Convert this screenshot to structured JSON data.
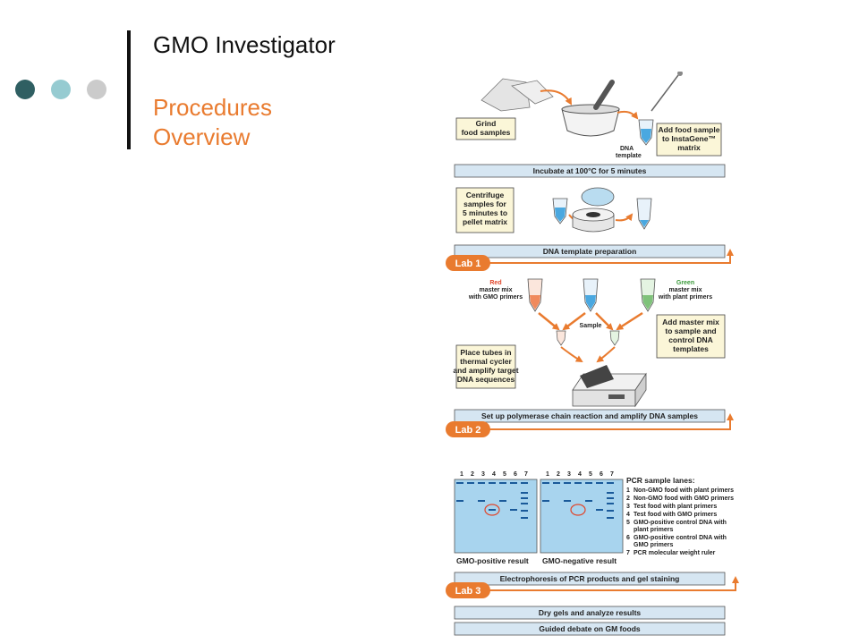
{
  "slide": {
    "title": "GMO Investigator",
    "subtitle_line1": "Procedures",
    "subtitle_line2": "Overview"
  },
  "diagram": {
    "boxes": {
      "grind_1": "Grind",
      "grind_2": "food samples",
      "add_food_1": "Add food sample",
      "add_food_2": "to InstaGene™",
      "add_food_3": "matrix",
      "centrifuge_1": "Centrifuge",
      "centrifuge_2": "samples for",
      "centrifuge_3": "5 minutes to",
      "centrifuge_4": "pellet matrix",
      "add_master_1": "Add master mix",
      "add_master_2": "to sample and",
      "add_master_3": "control DNA",
      "add_master_4": "templates",
      "place_1": "Place tubes in",
      "place_2": "thermal cycler",
      "place_3": "and amplify target",
      "place_4": "DNA sequences"
    },
    "bars": {
      "incubate": "Incubate at 100°C for 5 minutes",
      "dna_prep": "DNA template preparation",
      "pcr": "Set up polymerase chain reaction and amplify DNA samples",
      "electrophoresis": "Electrophoresis of PCR products and gel staining",
      "dry_gels": "Dry gels and analyze results",
      "debate": "Guided debate on GM foods"
    },
    "labs": {
      "lab1": "Lab 1",
      "lab2": "Lab 2",
      "lab3": "Lab 3"
    },
    "labels": {
      "dna_template_1": "DNA",
      "dna_template_2": "template",
      "red_1": "Red",
      "red_2": "master mix",
      "red_3": "with GMO primers",
      "green_1": "Green",
      "green_2": "master mix",
      "green_3": "with plant primers",
      "sample": "Sample"
    },
    "gels": {
      "lane_numbers": [
        "1",
        "2",
        "3",
        "4",
        "5",
        "6",
        "7"
      ],
      "positive_label": "GMO-positive result",
      "negative_label": "GMO-negative result"
    },
    "legend": {
      "title": "PCR sample lanes:",
      "items": [
        {
          "n": "1",
          "text": "Non-GMO food with plant primers"
        },
        {
          "n": "2",
          "text": "Non-GMO food with GMO primers"
        },
        {
          "n": "3",
          "text": "Test food with plant primers"
        },
        {
          "n": "4",
          "text": "Test food with GMO primers"
        },
        {
          "n": "5",
          "text": "GMO-positive control DNA with"
        },
        {
          "n": "",
          "text": "plant primers"
        },
        {
          "n": "6",
          "text": "GMO-positive control DNA with"
        },
        {
          "n": "",
          "text": "GMO primers"
        },
        {
          "n": "7",
          "text": "PCR molecular weight ruler"
        }
      ]
    },
    "colors": {
      "accent_orange": "#e97b2f",
      "bar_blue": "#d6e6f2",
      "gel_blue": "#a8d4ee",
      "band_blue": "#1a5a9a",
      "box_cream": "#fbf6d8",
      "red_tube": "#f08a5d",
      "green_tube": "#7fc27a"
    }
  }
}
